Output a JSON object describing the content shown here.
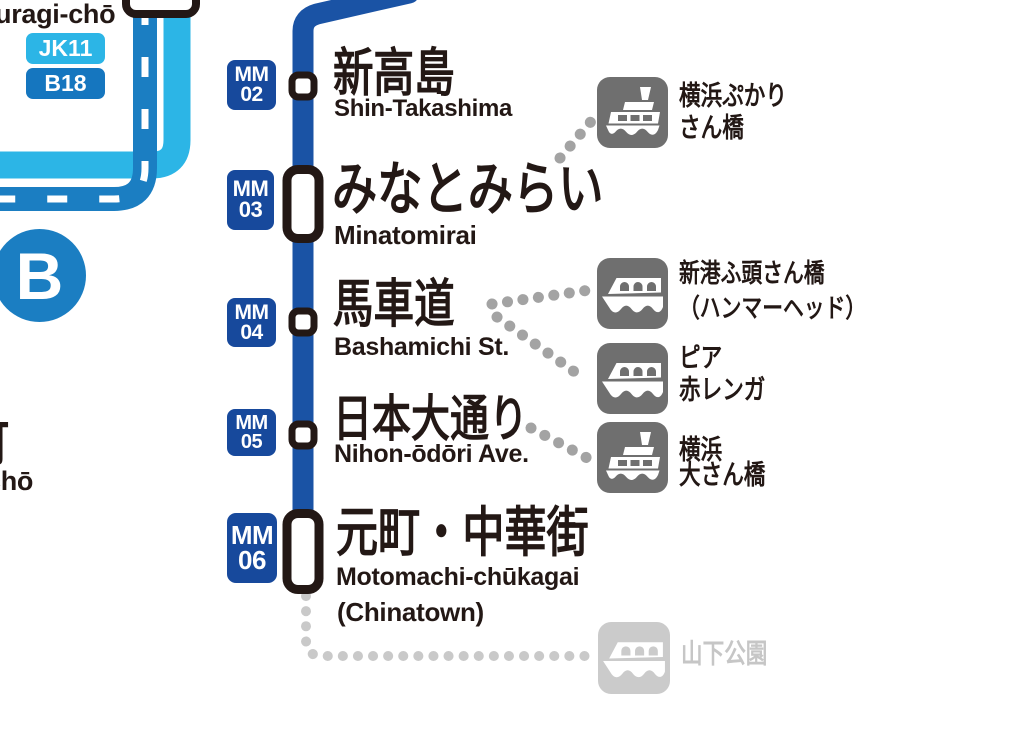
{
  "top_left": {
    "partial_station_romaji": "uragi-chō",
    "jk_badge": "JK11",
    "b_badge": "B18"
  },
  "left_edge": {
    "subway_symbol": "B",
    "partial_kanji": "町",
    "partial_romaji": "chō"
  },
  "mm_line": {
    "stations": [
      {
        "code_line": "MM",
        "code_num": "02",
        "name_ja": "新高島",
        "name_en": "Shin-Takashima",
        "size": "minor"
      },
      {
        "code_line": "MM",
        "code_num": "03",
        "name_ja": "みなとみらい",
        "name_en": "Minatomirai",
        "size": "major"
      },
      {
        "code_line": "MM",
        "code_num": "04",
        "name_ja": "馬車道",
        "name_en": "Bashamichi St.",
        "size": "minor"
      },
      {
        "code_line": "MM",
        "code_num": "05",
        "name_ja": "日本大通り",
        "name_en": "Nihon-ōdōri Ave.",
        "size": "minor"
      },
      {
        "code_line": "MM",
        "code_num": "06",
        "name_ja": "元町・中華街",
        "name_en": "Motomachi-chūkagai",
        "name_note": "(Chinatown)",
        "size": "major"
      }
    ]
  },
  "piers": [
    {
      "lines": [
        "横浜ぷかり",
        "さん橋"
      ],
      "icon": "ship-with-funnel",
      "faded": false
    },
    {
      "lines": [
        "新港ふ頭さん橋",
        "（ハンマーヘッド）"
      ],
      "icon": "flat-ferry",
      "faded": false
    },
    {
      "lines": [
        "ピア",
        "赤レンガ"
      ],
      "icon": "flat-ferry",
      "faded": false
    },
    {
      "lines": [
        "横浜",
        "大さん橋"
      ],
      "icon": "ship-with-funnel",
      "faded": false
    },
    {
      "lines": [
        "山下公園"
      ],
      "icon": "flat-ferry",
      "faded": true
    }
  ],
  "colors": {
    "mm_line": "#1a53a5",
    "mm_badge": "#17499c",
    "jk_cyan": "#2cb5e6",
    "subway_blue": "#1b7ec2",
    "ink_black": "#231815",
    "pier_gray": "#6f6f6f",
    "pier_faded": "#cbcbcb",
    "connector_gray": "#a3a3a3",
    "connector_faded": "#c9c9c9"
  }
}
